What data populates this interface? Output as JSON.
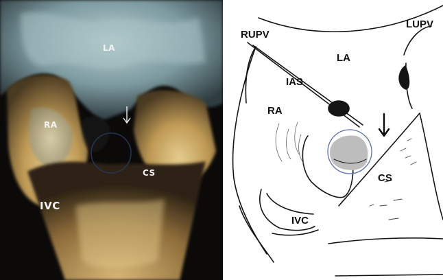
{
  "echo_panel": {
    "labels": {
      "la": "LA",
      "ra": "RA",
      "cs": "CS",
      "ivc": "IVC"
    }
  },
  "sketch_panel": {
    "labels": {
      "rupv": "RUPV",
      "lupv": "LUPV",
      "la": "LA",
      "ias": "IAS",
      "ra": "RA",
      "cs": "CS",
      "ivc": "IVC"
    }
  },
  "colors": {
    "ring_left": "#2a3a5a",
    "ring_right": "#5c6fb0",
    "sketch_ink": "#151515"
  }
}
